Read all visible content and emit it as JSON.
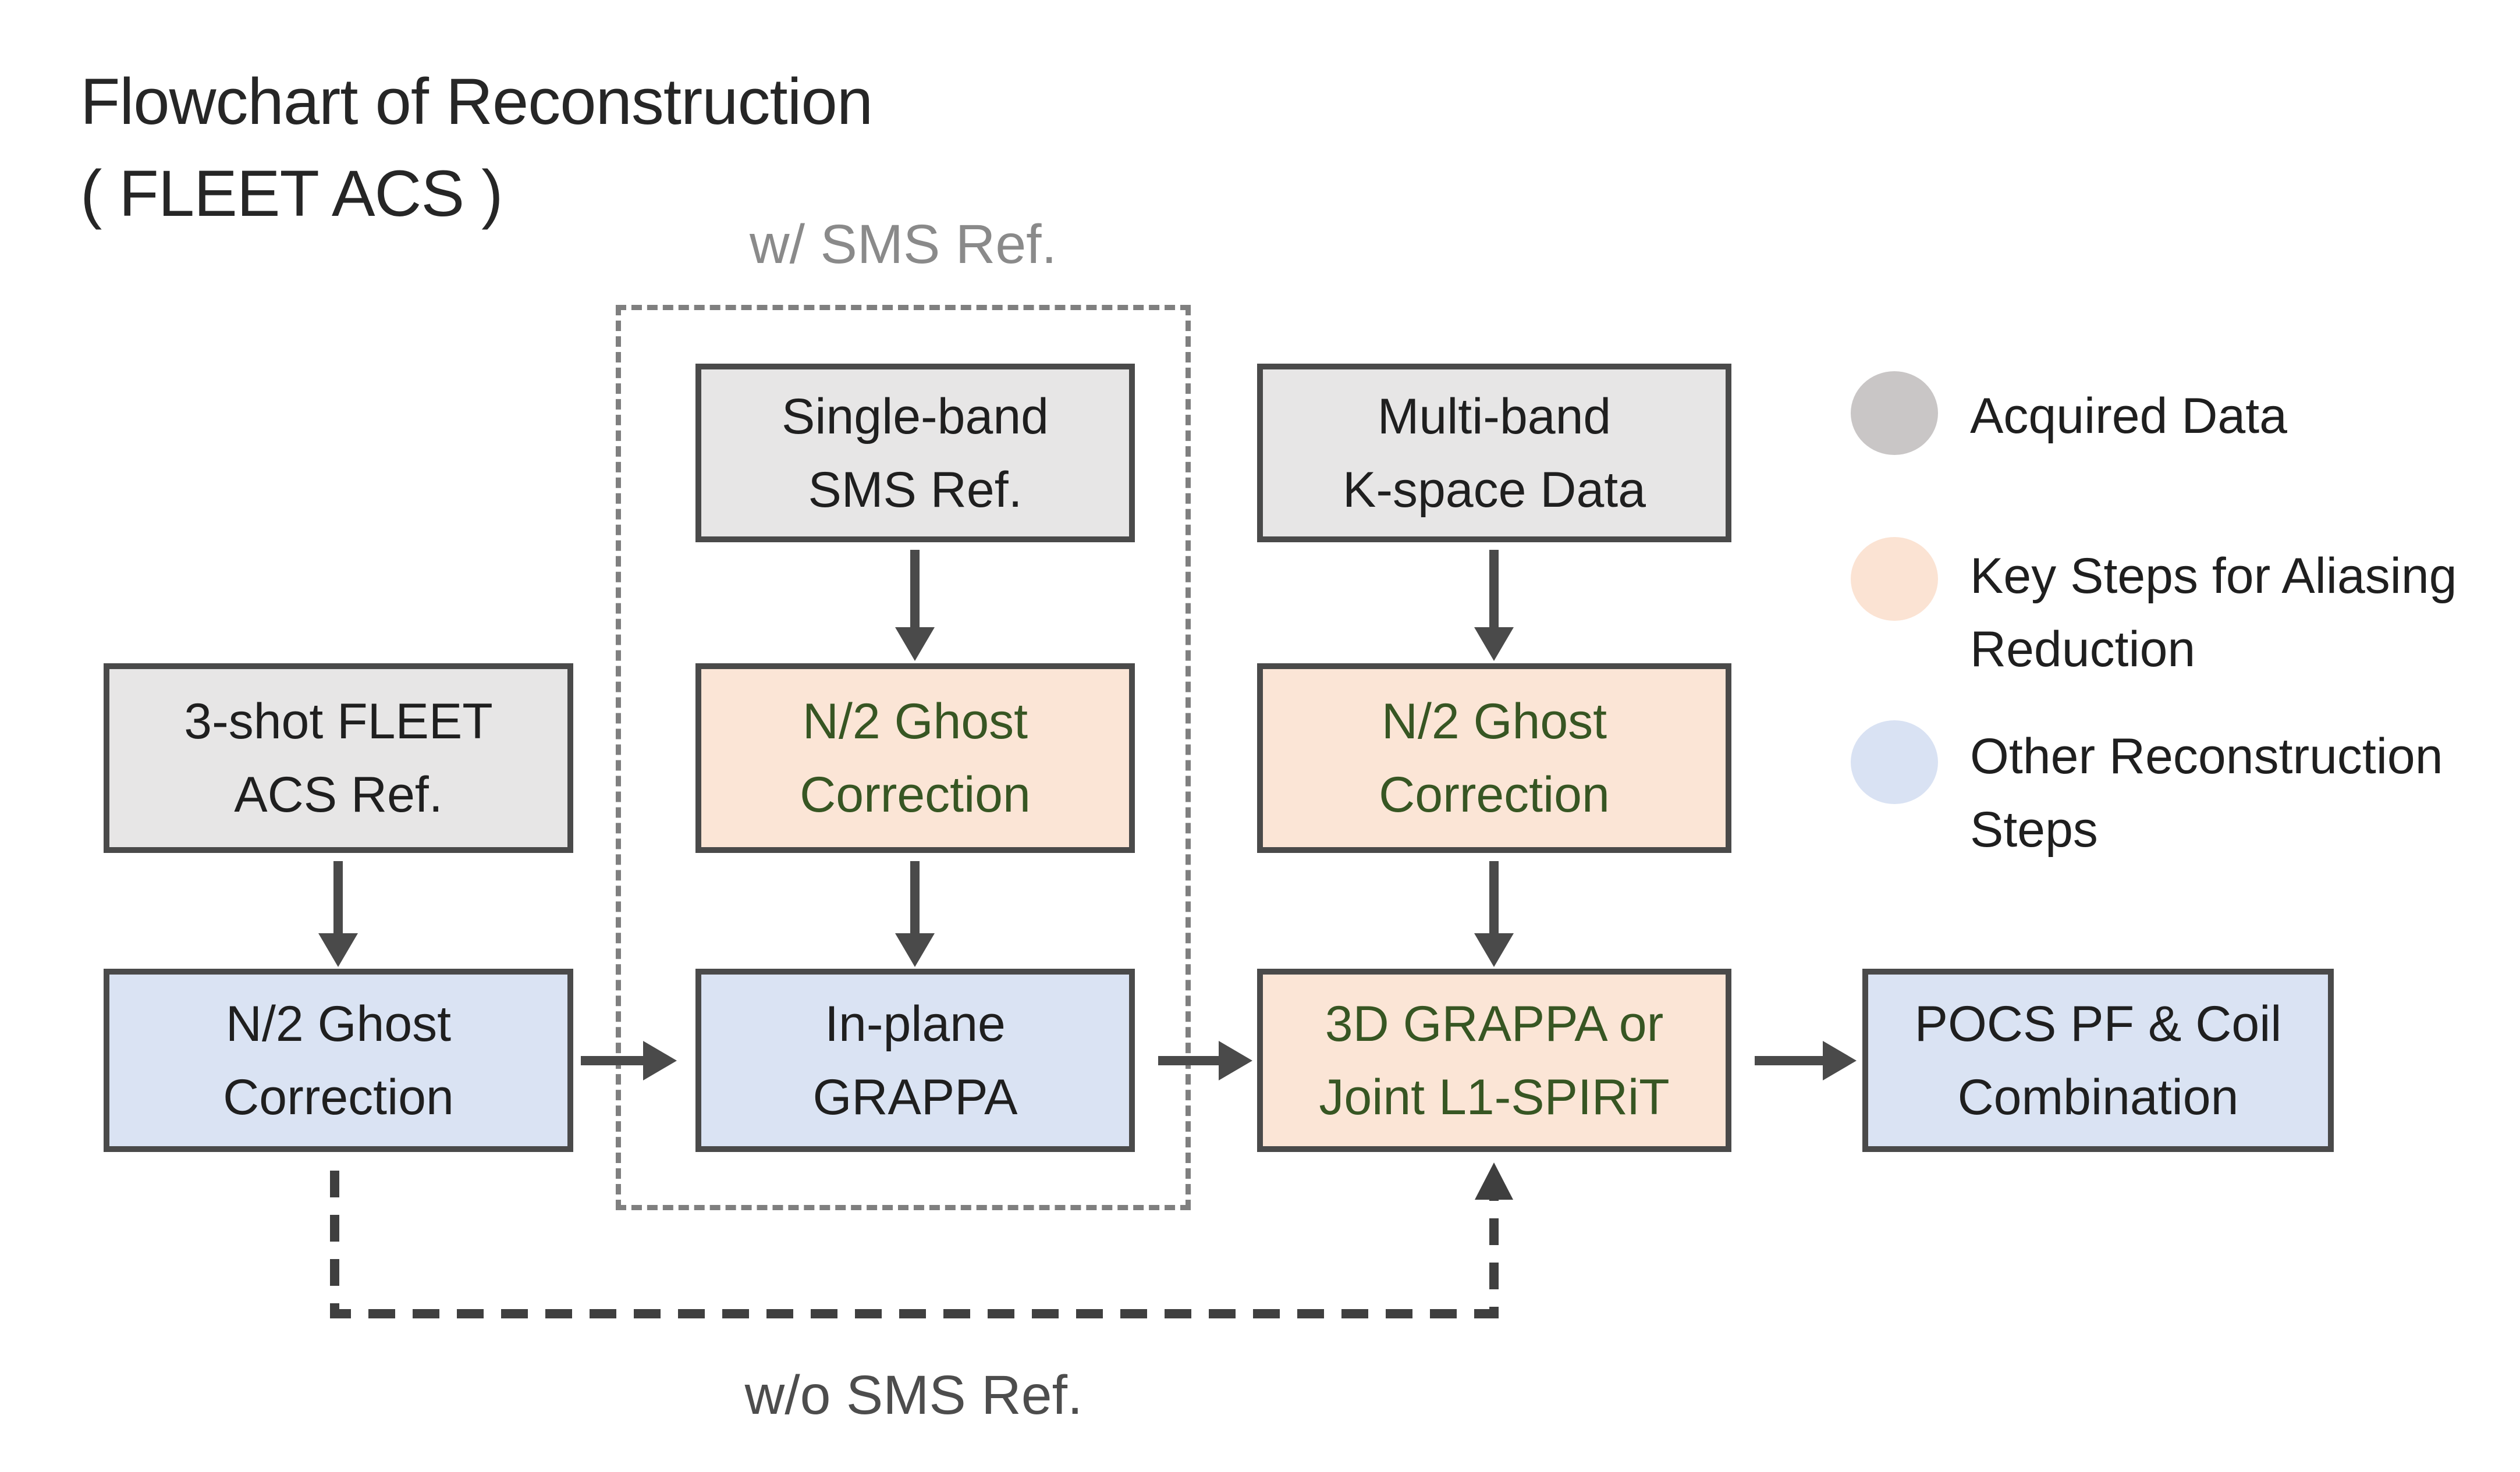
{
  "title": {
    "line1": "Flowchart of Reconstruction",
    "line2": "( FLEET ACS )"
  },
  "connectors": {
    "with_sms": "w/ SMS Ref.",
    "without_sms": "w/o SMS Ref."
  },
  "nodes": {
    "single_band": {
      "lines": [
        "Single-band",
        "SMS Ref."
      ],
      "type": "acquired"
    },
    "multi_band": {
      "lines": [
        "Multi-band",
        "K-space Data"
      ],
      "type": "acquired"
    },
    "fleet_acs": {
      "lines": [
        "3-shot FLEET",
        "ACS Ref."
      ],
      "type": "acquired"
    },
    "ghost_sms": {
      "lines": [
        "N/2 Ghost",
        "Correction"
      ],
      "type": "key"
    },
    "ghost_mb": {
      "lines": [
        "N/2 Ghost",
        "Correction"
      ],
      "type": "key"
    },
    "ghost_fleet": {
      "lines": [
        "N/2 Ghost",
        "Correction"
      ],
      "type": "other"
    },
    "inplane_grappa": {
      "lines": [
        "In-plane",
        "GRAPPA"
      ],
      "type": "other"
    },
    "grappa_spirit": {
      "lines": [
        "3D GRAPPA or",
        "Joint L1-SPIRiT"
      ],
      "type": "key"
    },
    "pocs": {
      "lines": [
        "POCS PF & Coil",
        "Combination"
      ],
      "type": "other"
    }
  },
  "legend": [
    {
      "swatch": "acquired",
      "label": "Acquired Data"
    },
    {
      "swatch": "key",
      "label": "Key Steps for Aliasing Reduction"
    },
    {
      "swatch": "other",
      "label": "Other Reconstruction Steps"
    }
  ],
  "colors": {
    "background": "#ffffff",
    "title-text": "#262626",
    "black-text": "#1f1f1f",
    "green-text": "#375623",
    "acquired-fill": "#e7e6e6",
    "key-fill": "#fbe5d6",
    "other-fill": "#dae3f3",
    "box-border": "#4a4a4a",
    "arrow": "#4a4a4a",
    "dashed-box-border": "#7f7f7f",
    "dashed-path": "#3f3f3f",
    "with-sms-label": "#8a8a8a",
    "without-sms-label": "#4d4d4d",
    "legend-acquired": "#c9c6c6",
    "legend-key": "#fbe3d3",
    "legend-other": "#d9e2f3"
  }
}
